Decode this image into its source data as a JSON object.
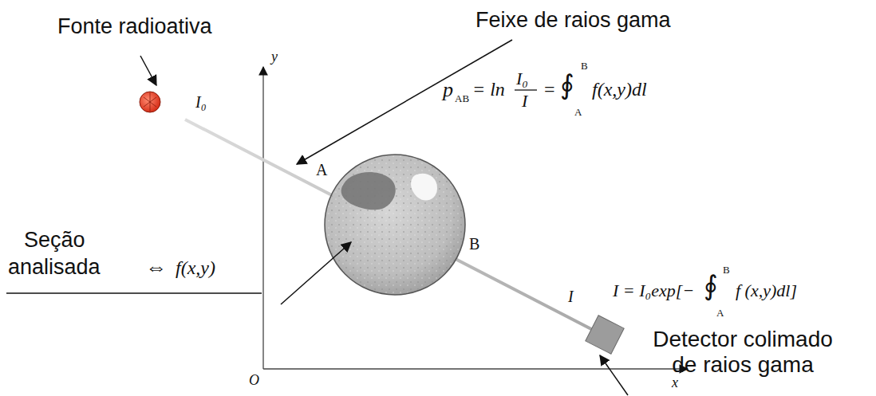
{
  "diagram": {
    "labels": [
      "Feixe de raios gama",
      "Fonte radioativa",
      "y",
      "I₀",
      "A",
      "p",
      "AB",
      "= ln",
      "I₀",
      "I",
      "=",
      "B",
      "∮",
      "A",
      "f(x,y)dl",
      "Seção",
      "analisada",
      "⇔",
      "f(x,y)",
      "B",
      "I",
      "I = I₀exp[−",
      "B",
      "∮",
      "A",
      "f (x,y)dl]",
      "Detector colimado de raios gama",
      "O",
      "x"
    ]
  }
}
